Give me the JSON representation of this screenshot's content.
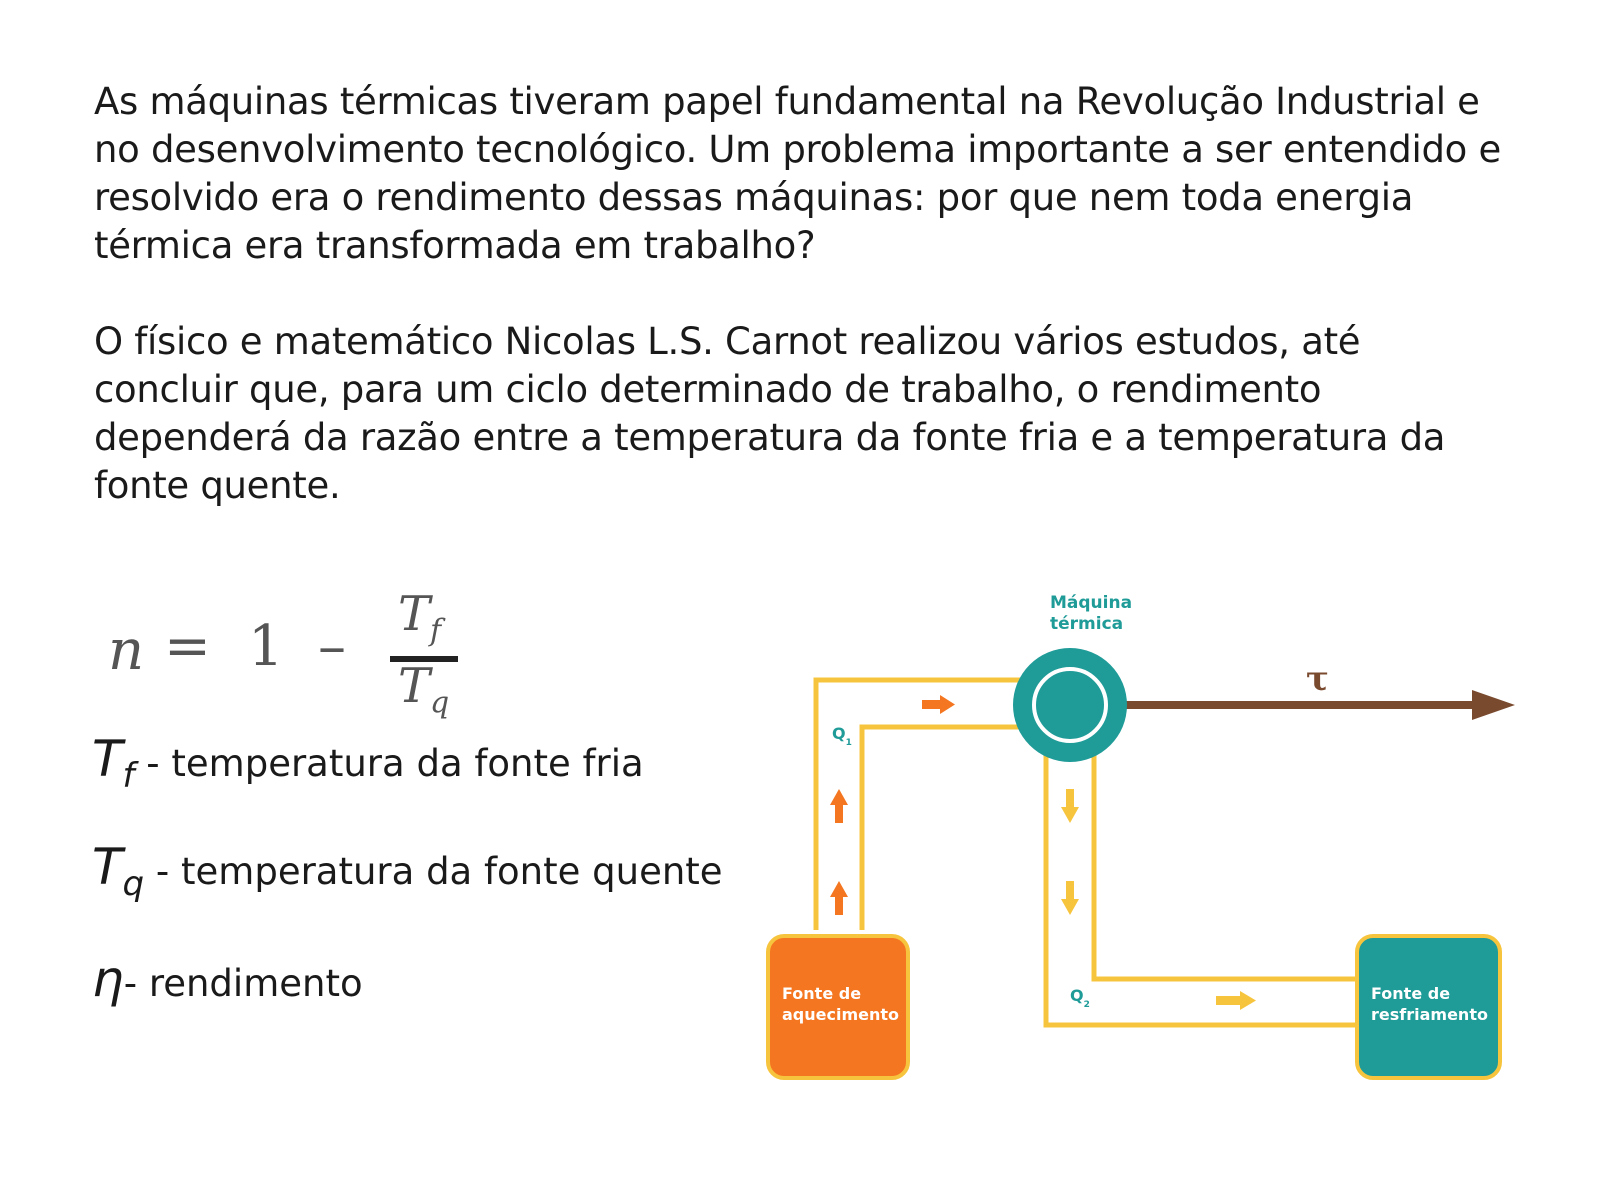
{
  "paragraphs": {
    "p1": "As máquinas térmicas tiveram papel fundamental na Revolução Industrial e no desenvolvimento tecnológico. Um problema importante a ser entendido e resolvido era o rendimento dessas máquinas: por que nem toda energia térmica era transformada em trabalho?",
    "p2": "O físico e matemático Nicolas L.S. Carnot realizou vários estudos, até concluir que, para um ciclo determinado de trabalho, o rendimento dependerá da razão entre a temperatura da fonte fria e a temperatura da fonte quente."
  },
  "formula": {
    "lhs": "n",
    "eq": "=",
    "one": "1",
    "minus": "–",
    "num_base": "T",
    "num_sub": "f",
    "den_base": "T",
    "den_sub": "q"
  },
  "legend": [
    {
      "sym": "T",
      "sub": "f",
      "text": " - temperatura da fonte fria"
    },
    {
      "sym": "T",
      "sub": "q",
      "text": " - temperatura da fonte quente"
    },
    {
      "sym": "η",
      "sub": "",
      "text": "- rendimento"
    }
  ],
  "diagram": {
    "machine_label_1": "Máquina",
    "machine_label_2": "térmica",
    "work_symbol": "τ",
    "q1_base": "Q",
    "q1_sub": "1",
    "q2_base": "Q",
    "q2_sub": "2",
    "hot_label_1": "Fonte de",
    "hot_label_2": "aquecimento",
    "cold_label_1": "Fonte de",
    "cold_label_2": "resfriamento",
    "colors": {
      "teal": "#1f9b98",
      "orange": "#f47621",
      "yellow": "#f7c43d",
      "brown": "#7a4a2f"
    }
  }
}
